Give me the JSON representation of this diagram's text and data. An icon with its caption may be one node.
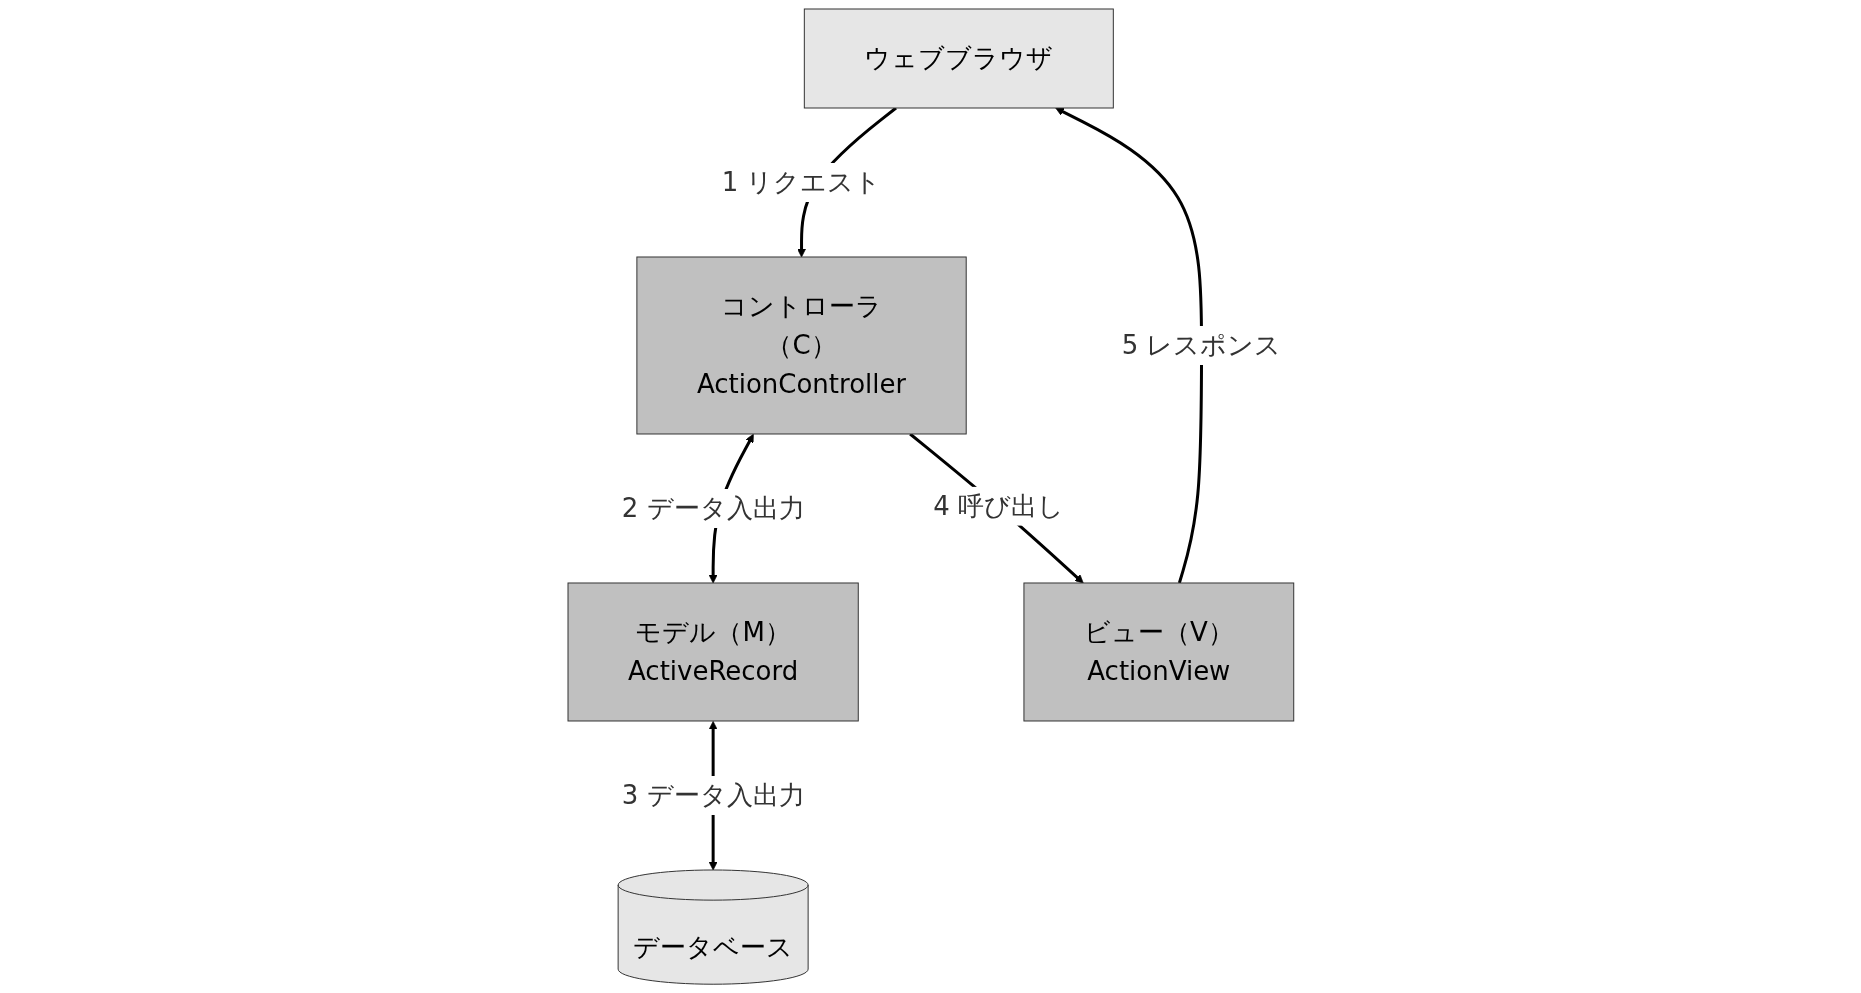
{
  "diagram": {
    "nodes": [
      {
        "text": [
          "ウェブブラウザ"
        ]
      },
      {
        "text": [
          "コントローラ（C）",
          "ActionController"
        ]
      },
      {
        "text": [
          "ビュー（V）",
          "ActionView"
        ]
      },
      {
        "text": [
          "モデル（M）",
          "ActiveRecord"
        ]
      },
      {
        "text": [
          "データベース"
        ]
      }
    ],
    "edges": [
      {
        "from": 0,
        "to": 1,
        "arrow": "to",
        "label": "1 リクエスト"
      },
      {
        "from": 1,
        "to": 3,
        "arrow": "both",
        "label": "2 データ入出力"
      },
      {
        "from": 3,
        "to": 4,
        "arrow": "both",
        "label": "3 データ入出力"
      },
      {
        "from": 1,
        "to": 2,
        "arrow": "to",
        "label": "4 呼び出し"
      },
      {
        "from": 2,
        "to": 0,
        "arrow": "to",
        "label": "5 レスポンス"
      }
    ]
  }
}
